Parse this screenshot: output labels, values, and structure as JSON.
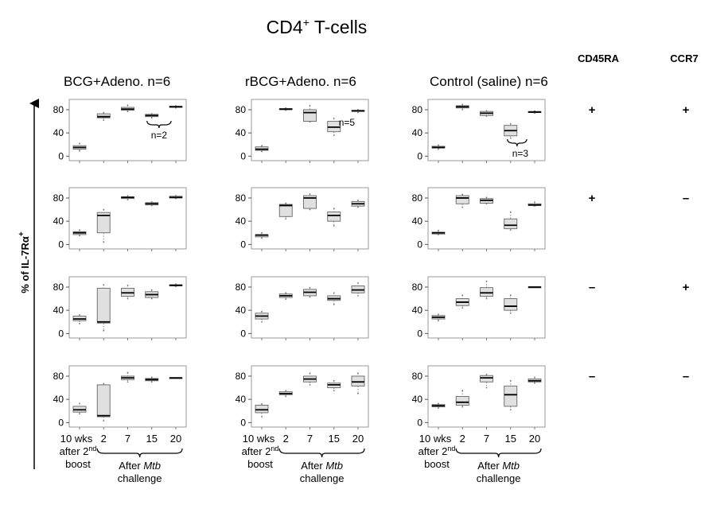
{
  "figure": {
    "title": "CD4",
    "title_sup": "+",
    "title_rest": " T-cells",
    "ylabel": "% of IL-7Rα",
    "ylabel_sup": "+"
  },
  "markers": [
    "CD45RA",
    "CCR7"
  ],
  "signs": [
    [
      "+",
      "+"
    ],
    [
      "+",
      "–"
    ],
    [
      "–",
      "+"
    ],
    [
      "–",
      "–"
    ]
  ],
  "groups": [
    {
      "label": "BCG+Adeno.  n=6"
    },
    {
      "label": "rBCG+Adeno. n=6"
    },
    {
      "label": "Control (saline) n=6"
    }
  ],
  "x_axis": {
    "line1": [
      "10 wks",
      "2",
      "7",
      "15",
      "20"
    ],
    "line2": "after 2",
    "line2_sup": "nd",
    "line3": "boost",
    "after_line": "After ",
    "after_italic": "Mtb",
    "challenge": "challenge"
  },
  "annotations": [
    {
      "group": 0,
      "row": 0,
      "text": "n=2"
    },
    {
      "group": 1,
      "row": 0,
      "text": "n=5"
    },
    {
      "group": 2,
      "row": 0,
      "text": "n=3"
    }
  ],
  "chart_data": {
    "type": "box",
    "y_ticks": [
      0,
      40,
      80
    ],
    "ylim": [
      -5,
      95
    ],
    "categories": [
      "10 wks",
      "2",
      "7",
      "15",
      "20"
    ],
    "panels": [
      {
        "group": 0,
        "row": 0,
        "boxes": [
          [
            9,
            12,
            15,
            18,
            22
          ],
          [
            62,
            66,
            68,
            73,
            75
          ],
          [
            77,
            79,
            81,
            84,
            88
          ],
          [
            66,
            68,
            70,
            72,
            73
          ],
          [
            83,
            84,
            85,
            86,
            87
          ]
        ]
      },
      {
        "group": 1,
        "row": 0,
        "boxes": [
          [
            8,
            10,
            12,
            16,
            18
          ],
          [
            79,
            80,
            81,
            82,
            83
          ],
          [
            59,
            60,
            75,
            80,
            87
          ],
          [
            36,
            42,
            50,
            60,
            65
          ],
          [
            75,
            77,
            78,
            79,
            80
          ]
        ]
      },
      {
        "group": 2,
        "row": 0,
        "boxes": [
          [
            12,
            14,
            15,
            17,
            19
          ],
          [
            80,
            83,
            85,
            87,
            89
          ],
          [
            69,
            70,
            74,
            77,
            78
          ],
          [
            31,
            35,
            44,
            53,
            56
          ],
          [
            74,
            75,
            76,
            77,
            78
          ]
        ]
      },
      {
        "group": 0,
        "row": 1,
        "boxes": [
          [
            15,
            17,
            20,
            22,
            25
          ],
          [
            4,
            20,
            50,
            55,
            60
          ],
          [
            77,
            79,
            81,
            82,
            84
          ],
          [
            67,
            68,
            70,
            72,
            73
          ],
          [
            79,
            80,
            81,
            83,
            84
          ]
        ]
      },
      {
        "group": 1,
        "row": 1,
        "boxes": [
          [
            11,
            13,
            16,
            17,
            20
          ],
          [
            44,
            48,
            67,
            69,
            71
          ],
          [
            60,
            62,
            80,
            84,
            87
          ],
          [
            32,
            40,
            50,
            56,
            62
          ],
          [
            64,
            66,
            70,
            74,
            76
          ]
        ]
      },
      {
        "group": 2,
        "row": 1,
        "boxes": [
          [
            17,
            18,
            20,
            21,
            24
          ],
          [
            64,
            70,
            80,
            84,
            86
          ],
          [
            70,
            71,
            76,
            79,
            81
          ],
          [
            25,
            27,
            33,
            44,
            56
          ],
          [
            66,
            67,
            68,
            70,
            73
          ]
        ]
      },
      {
        "group": 0,
        "row": 2,
        "boxes": [
          [
            17,
            22,
            25,
            30,
            32
          ],
          [
            5,
            18,
            20,
            78,
            84
          ],
          [
            60,
            64,
            70,
            78,
            83
          ],
          [
            60,
            62,
            67,
            72,
            75
          ],
          [
            81,
            82,
            83,
            84,
            85
          ]
        ]
      },
      {
        "group": 1,
        "row": 2,
        "boxes": [
          [
            20,
            25,
            30,
            35,
            38
          ],
          [
            59,
            62,
            65,
            68,
            70
          ],
          [
            63,
            65,
            71,
            76,
            79
          ],
          [
            50,
            57,
            60,
            65,
            70
          ],
          [
            65,
            70,
            75,
            82,
            87
          ]
        ]
      },
      {
        "group": 2,
        "row": 2,
        "boxes": [
          [
            22,
            25,
            28,
            31,
            33
          ],
          [
            44,
            48,
            54,
            60,
            66
          ],
          [
            60,
            64,
            70,
            79,
            90
          ],
          [
            35,
            40,
            47,
            60,
            66
          ],
          [
            80,
            80,
            80,
            80,
            80
          ]
        ]
      },
      {
        "group": 0,
        "row": 3,
        "boxes": [
          [
            15,
            18,
            22,
            28,
            33
          ],
          [
            3,
            10,
            12,
            65,
            67
          ],
          [
            70,
            74,
            77,
            80,
            86
          ],
          [
            70,
            72,
            74,
            76,
            78
          ],
          [
            77,
            77,
            77,
            77,
            77
          ]
        ]
      },
      {
        "group": 1,
        "row": 3,
        "boxes": [
          [
            10,
            17,
            22,
            30,
            32
          ],
          [
            45,
            48,
            50,
            53,
            55
          ],
          [
            65,
            70,
            75,
            80,
            85
          ],
          [
            55,
            60,
            65,
            68,
            72
          ],
          [
            50,
            63,
            70,
            80,
            85
          ]
        ]
      },
      {
        "group": 2,
        "row": 3,
        "boxes": [
          [
            25,
            27,
            29,
            31,
            33
          ],
          [
            27,
            30,
            35,
            45,
            55
          ],
          [
            60,
            70,
            77,
            81,
            83
          ],
          [
            22,
            28,
            48,
            63,
            72
          ],
          [
            68,
            70,
            72,
            75,
            78
          ]
        ]
      }
    ]
  }
}
